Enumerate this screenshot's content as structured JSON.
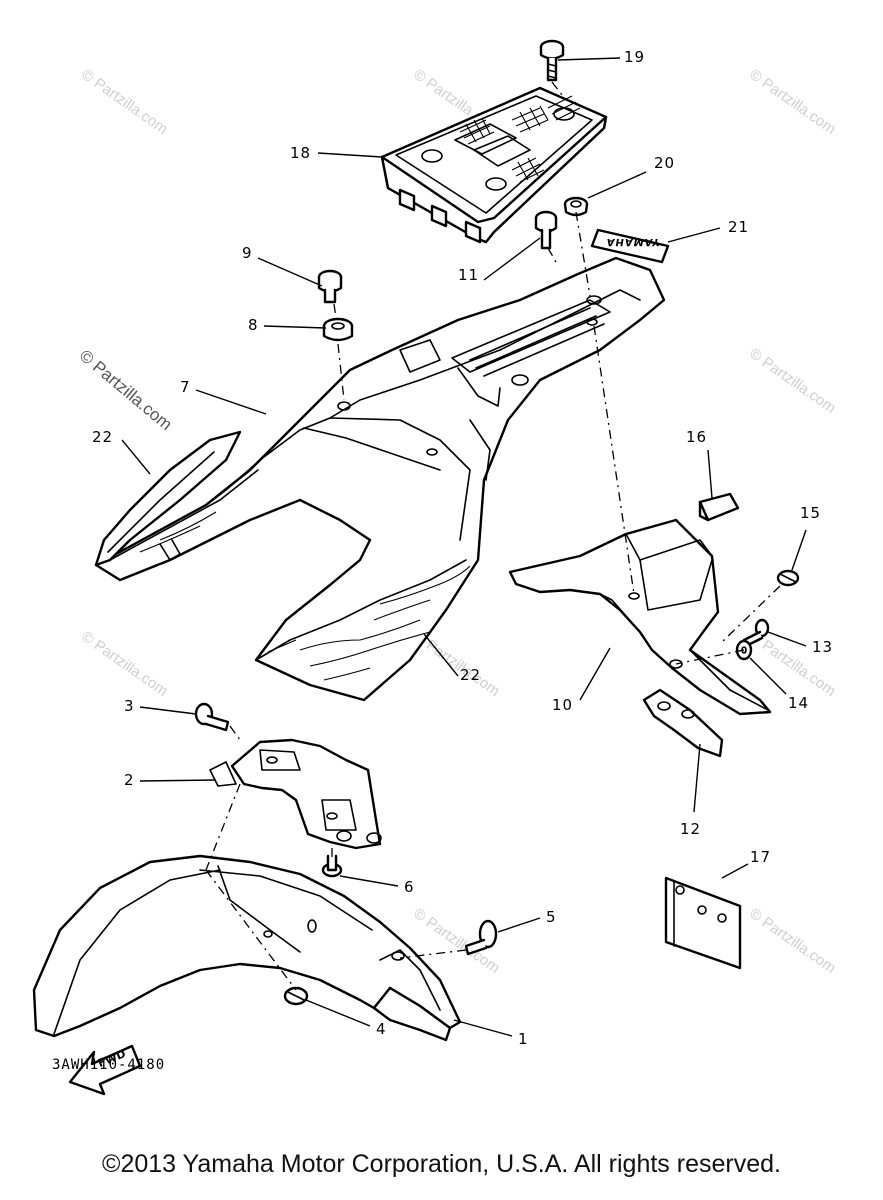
{
  "diagram": {
    "code": "3AWH110-4180",
    "copyright": "©2013 Yamaha Motor Corporation, U.S.A. All rights reserved.",
    "fwd_label": "FWD",
    "decal_text": "YAMAHA"
  },
  "watermarks": {
    "text_light": "© Partzilla.com",
    "text_dark": "© Partzilla.com"
  },
  "callouts": {
    "c1": "1",
    "c2": "2",
    "c3": "3",
    "c4": "4",
    "c5": "5",
    "c6": "6",
    "c7": "7",
    "c8": "8",
    "c9": "9",
    "c10": "10",
    "c11": "11",
    "c12": "12",
    "c13": "13",
    "c14": "14",
    "c15": "15",
    "c16": "16",
    "c17": "17",
    "c18": "18",
    "c19": "19",
    "c20": "20",
    "c21": "21",
    "c22a": "22",
    "c22b": "22"
  }
}
